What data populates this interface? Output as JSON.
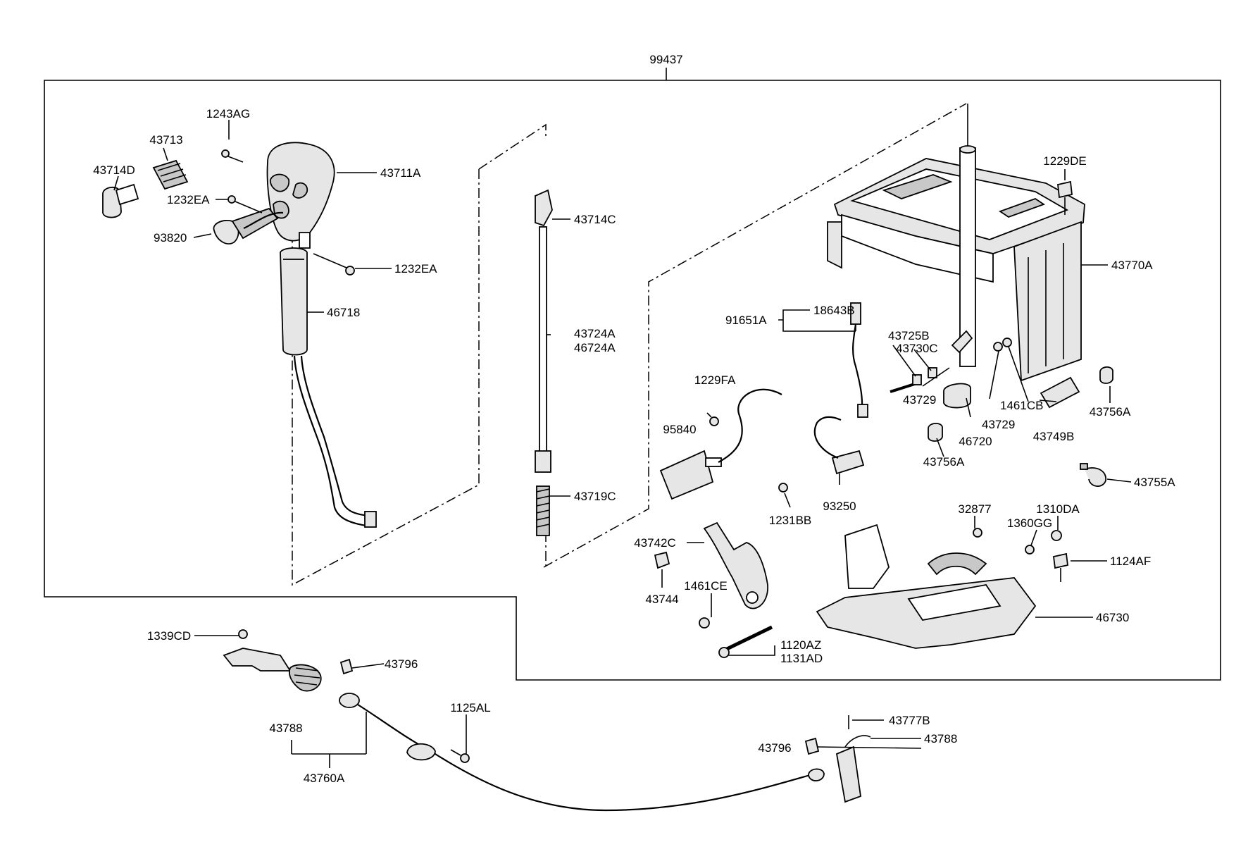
{
  "diagram": {
    "callouts": {
      "c99437": "99437",
      "c1243AG": "1243AG",
      "c43713": "43713",
      "c43714D": "43714D",
      "c43711A": "43711A",
      "c1232EA_a": "1232EA",
      "c93820": "93820",
      "c1232EA_b": "1232EA",
      "c46718": "46718",
      "c43714C": "43714C",
      "c43724A": "43724A",
      "c46724A": "46724A",
      "c43719C": "43719C",
      "c1229DE": "1229DE",
      "c43770A": "43770A",
      "c18643B": "18643B",
      "c91651A": "91651A",
      "c43725B": "43725B",
      "c43730C": "43730C",
      "c1229FA": "1229FA",
      "c43729_a": "43729",
      "c1461CB": "1461CB",
      "c43756A_a": "43756A",
      "c43729_b": "43729",
      "c43749B": "43749B",
      "c95840": "95840",
      "c46720": "46720",
      "c43756A_b": "43756A",
      "c43755A": "43755A",
      "c93250": "93250",
      "c1231BB": "1231BB",
      "c32877": "32877",
      "c1310DA": "1310DA",
      "c43742C": "43742C",
      "c1360GG": "1360GG",
      "c1124AF": "1124AF",
      "c1461CE": "1461CE",
      "c43744": "43744",
      "c46730": "46730",
      "c1339CD": "1339CD",
      "c43796_a": "43796",
      "c1120AZ": "1120AZ",
      "c1131AD": "1131AD",
      "c1125AL": "1125AL",
      "c43788_a": "43788",
      "c43760A": "43760A",
      "c43777B": "43777B",
      "c43796_b": "43796",
      "c43788_b": "43788"
    }
  }
}
